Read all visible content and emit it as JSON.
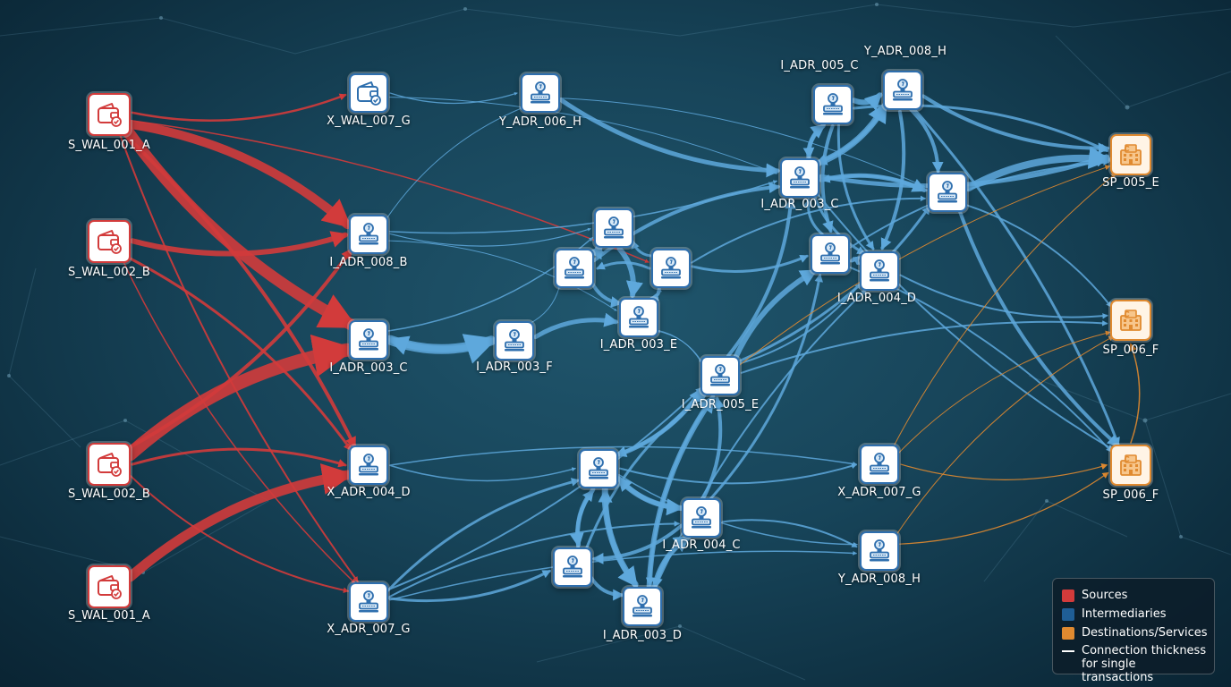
{
  "colors": {
    "source": "#d23b3b",
    "intermediary": "#2f6fae",
    "intermediary_edge": "#5ea8dc",
    "destination": "#e08a30"
  },
  "legend": {
    "sources": "Sources",
    "intermediaries": "Intermediaries",
    "destinations": "Destinations/Services",
    "thickness_line1": "Connection thickness",
    "thickness_line2": "for single transactions"
  },
  "nodes": [
    {
      "id": "s1",
      "label": "S_WAL_001_A",
      "type": "source",
      "icon": "wallet-icon"
    },
    {
      "id": "s2",
      "label": "S_WAL_002_B",
      "type": "source",
      "icon": "wallet-icon"
    },
    {
      "id": "s3",
      "label": "S_WAL_002_B",
      "type": "source",
      "icon": "wallet-icon"
    },
    {
      "id": "s4",
      "label": "S_WAL_001_A",
      "type": "source",
      "icon": "wallet-icon"
    },
    {
      "id": "xwal7g",
      "label": "X_WAL_007_G",
      "type": "intermediary",
      "icon": "wallet-icon"
    },
    {
      "id": "iadr8b",
      "label": "I_ADR_008_B",
      "type": "intermediary",
      "icon": "stamp-icon"
    },
    {
      "id": "iadr3c",
      "label": "I_ADR_003_C",
      "type": "intermediary",
      "icon": "stamp-icon"
    },
    {
      "id": "xadr4d",
      "label": "X_ADR_004_D",
      "type": "intermediary",
      "icon": "stamp-icon"
    },
    {
      "id": "xadr7g",
      "label": "X_ADR_007_G",
      "type": "intermediary",
      "icon": "stamp-icon"
    },
    {
      "id": "yadr6h",
      "label": "Y_ADR_006_H",
      "type": "intermediary",
      "icon": "stamp-icon"
    },
    {
      "id": "iadr3f",
      "label": "I_ADR_003_F",
      "type": "intermediary",
      "icon": "stamp-icon"
    },
    {
      "id": "c1",
      "label": "",
      "type": "intermediary",
      "icon": "stamp-icon"
    },
    {
      "id": "c2",
      "label": "",
      "type": "intermediary",
      "icon": "stamp-icon"
    },
    {
      "id": "c3",
      "label": "",
      "type": "intermediary",
      "icon": "stamp-icon"
    },
    {
      "id": "iadr3e",
      "label": "I_ADR_003_E",
      "type": "intermediary",
      "icon": "stamp-icon"
    },
    {
      "id": "iadr5e",
      "label": "I_ADR_005_E",
      "type": "intermediary",
      "icon": "stamp-icon"
    },
    {
      "id": "iadr5c",
      "label": "I_ADR_005_C",
      "type": "intermediary",
      "icon": "stamp-icon"
    },
    {
      "id": "yadr8h",
      "label": "Y_ADR_008_H",
      "type": "intermediary",
      "icon": "stamp-icon"
    },
    {
      "id": "iadr3c2",
      "label": "I_ADR_003_C",
      "type": "intermediary",
      "icon": "stamp-icon"
    },
    {
      "id": "r1",
      "label": "",
      "type": "intermediary",
      "icon": "stamp-icon"
    },
    {
      "id": "r2",
      "label": "",
      "type": "intermediary",
      "icon": "stamp-icon"
    },
    {
      "id": "iadr4d",
      "label": "I_ADR_004_D",
      "type": "intermediary",
      "icon": "stamp-icon"
    },
    {
      "id": "l1",
      "label": "",
      "type": "intermediary",
      "icon": "stamp-icon"
    },
    {
      "id": "iadr4c",
      "label": "I_ADR_004_C",
      "type": "intermediary",
      "icon": "stamp-icon"
    },
    {
      "id": "l2",
      "label": "",
      "type": "intermediary",
      "icon": "stamp-icon"
    },
    {
      "id": "iadr3d",
      "label": "I_ADR_003_D",
      "type": "intermediary",
      "icon": "stamp-icon"
    },
    {
      "id": "xadr7g2",
      "label": "X_ADR_007_G",
      "type": "intermediary",
      "icon": "stamp-icon"
    },
    {
      "id": "yadr8h2",
      "label": "Y_ADR_008_H",
      "type": "intermediary",
      "icon": "stamp-icon"
    },
    {
      "id": "sp5e",
      "label": "SP_005_E",
      "type": "destination",
      "icon": "building-icon"
    },
    {
      "id": "sp6f1",
      "label": "SP_006_F",
      "type": "destination",
      "icon": "building-icon"
    },
    {
      "id": "sp6f2",
      "label": "SP_006_F",
      "type": "destination",
      "icon": "building-icon"
    }
  ],
  "edges": [
    [
      "s1",
      "xwal7g",
      2.5
    ],
    [
      "s1",
      "iadr8b",
      10
    ],
    [
      "s1",
      "iadr3c",
      13
    ],
    [
      "s1",
      "xadr4d",
      4
    ],
    [
      "s1",
      "xadr7g",
      2
    ],
    [
      "s1",
      "c3",
      1.5
    ],
    [
      "s2",
      "iadr8b",
      6
    ],
    [
      "s2",
      "xadr4d",
      3
    ],
    [
      "s2",
      "xadr7g",
      1.5
    ],
    [
      "s3",
      "iadr3c",
      15
    ],
    [
      "s3",
      "iadr8b",
      4
    ],
    [
      "s3",
      "xadr4d",
      3
    ],
    [
      "s3",
      "xadr7g",
      2
    ],
    [
      "s4",
      "xadr4d",
      11
    ],
    [
      "xwal7g",
      "yadr6h",
      1.2
    ],
    [
      "xwal7g",
      "iadr3c2",
      1
    ],
    [
      "yadr6h",
      "iadr3c2",
      5
    ],
    [
      "yadr6h",
      "r2",
      1
    ],
    [
      "iadr8b",
      "c1",
      1.2
    ],
    [
      "iadr8b",
      "yadr6h",
      1
    ],
    [
      "iadr8b",
      "iadr3c2",
      1.5
    ],
    [
      "iadr8b",
      "iadr3e",
      1
    ],
    [
      "iadr3c",
      "iadr3f",
      11
    ],
    [
      "iadr3f",
      "iadr3c",
      7
    ],
    [
      "iadr3c",
      "c1",
      1.5
    ],
    [
      "iadr3f",
      "iadr3e",
      5
    ],
    [
      "iadr3f",
      "c2",
      1
    ],
    [
      "c1",
      "c2",
      5
    ],
    [
      "c2",
      "c1",
      4
    ],
    [
      "c1",
      "iadr3e",
      6
    ],
    [
      "c2",
      "iadr3e",
      4
    ],
    [
      "c3",
      "iadr3e",
      3
    ],
    [
      "c3",
      "c2",
      3
    ],
    [
      "c3",
      "c1",
      3
    ],
    [
      "iadr3e",
      "c3",
      2
    ],
    [
      "c2",
      "iadr3c2",
      4
    ],
    [
      "c3",
      "r1",
      3
    ],
    [
      "c3",
      "r2",
      2
    ],
    [
      "iadr5c",
      "iadr3c2",
      4
    ],
    [
      "iadr3c2",
      "iadr5c",
      5
    ],
    [
      "iadr3c2",
      "yadr8h",
      7
    ],
    [
      "yadr8h",
      "iadr3c2",
      4
    ],
    [
      "iadr5c",
      "yadr8h",
      6
    ],
    [
      "iadr3c2",
      "r2",
      5
    ],
    [
      "iadr5c",
      "r1",
      4
    ],
    [
      "yadr8h",
      "r2",
      4
    ],
    [
      "iadr5c",
      "iadr4d",
      3
    ],
    [
      "yadr8h",
      "iadr4d",
      4
    ],
    [
      "iadr3c2",
      "iadr4d",
      3
    ],
    [
      "r1",
      "iadr3c2",
      3
    ],
    [
      "r2",
      "iadr3c2",
      3
    ],
    [
      "r1",
      "iadr4d",
      3
    ],
    [
      "iadr4d",
      "r1",
      2
    ],
    [
      "iadr5c",
      "sp5e",
      3
    ],
    [
      "yadr8h",
      "sp5e",
      4
    ],
    [
      "r2",
      "sp5e",
      8
    ],
    [
      "iadr3c2",
      "sp5e",
      5
    ],
    [
      "r1",
      "sp5e",
      2
    ],
    [
      "r2",
      "sp6f2",
      4
    ],
    [
      "yadr8h",
      "sp6f2",
      3
    ],
    [
      "iadr4d",
      "sp6f1",
      2
    ],
    [
      "r2",
      "sp6f1",
      2
    ],
    [
      "iadr3c2",
      "sp6f2",
      2
    ],
    [
      "r1",
      "sp6f2",
      2
    ],
    [
      "iadr5e",
      "iadr3c2",
      4
    ],
    [
      "iadr5e",
      "r1",
      6
    ],
    [
      "iadr5e",
      "iadr4d",
      2
    ],
    [
      "iadr5e",
      "sp6f1",
      2
    ],
    [
      "iadr5e",
      "r2",
      3
    ],
    [
      "iadr3e",
      "iadr5e",
      1
    ],
    [
      "iadr5e",
      "iadr3e",
      1
    ],
    [
      "xadr4d",
      "xadr7g2",
      1.5
    ],
    [
      "xadr4d",
      "l1",
      1.5
    ],
    [
      "xadr7g",
      "l1",
      3
    ],
    [
      "xadr7g",
      "l2",
      3
    ],
    [
      "xadr7g",
      "iadr4c",
      2
    ],
    [
      "xadr7g",
      "iadr5e",
      2
    ],
    [
      "xadr7g",
      "yadr8h2",
      1.5
    ],
    [
      "l1",
      "iadr4c",
      6
    ],
    [
      "iadr4c",
      "l1",
      5
    ],
    [
      "l1",
      "l2",
      5
    ],
    [
      "l2",
      "l1",
      4
    ],
    [
      "l1",
      "iadr3d",
      7
    ],
    [
      "iadr3d",
      "l1",
      5
    ],
    [
      "l2",
      "iadr3d",
      4
    ],
    [
      "iadr3d",
      "iadr4c",
      6
    ],
    [
      "iadr4c",
      "iadr3d",
      4
    ],
    [
      "iadr4c",
      "l2",
      4
    ],
    [
      "l1",
      "iadr5e",
      5
    ],
    [
      "iadr5e",
      "l1",
      4
    ],
    [
      "iadr4c",
      "iadr5e",
      4
    ],
    [
      "iadr3d",
      "iadr5e",
      6
    ],
    [
      "iadr5e",
      "iadr3d",
      3
    ],
    [
      "l2",
      "iadr5e",
      3
    ],
    [
      "l1",
      "xadr7g2",
      2
    ],
    [
      "iadr4c",
      "yadr8h2",
      2
    ],
    [
      "l1",
      "yadr8h2",
      1.5
    ],
    [
      "iadr3d",
      "iadr4d",
      2
    ],
    [
      "iadr4c",
      "r1",
      3
    ],
    [
      "xadr7g2",
      "sp5e",
      1,
      "dst"
    ],
    [
      "xadr7g2",
      "sp6f2",
      1.2,
      "dst"
    ],
    [
      "xadr7g2",
      "sp6f1",
      1,
      "dst"
    ],
    [
      "yadr8h2",
      "sp6f2",
      1.2,
      "dst"
    ],
    [
      "yadr8h2",
      "sp6f1",
      1,
      "dst"
    ],
    [
      "sp6f2",
      "sp6f1",
      1.5,
      "dst"
    ],
    [
      "iadr5e",
      "sp5e",
      1,
      "dst"
    ]
  ]
}
